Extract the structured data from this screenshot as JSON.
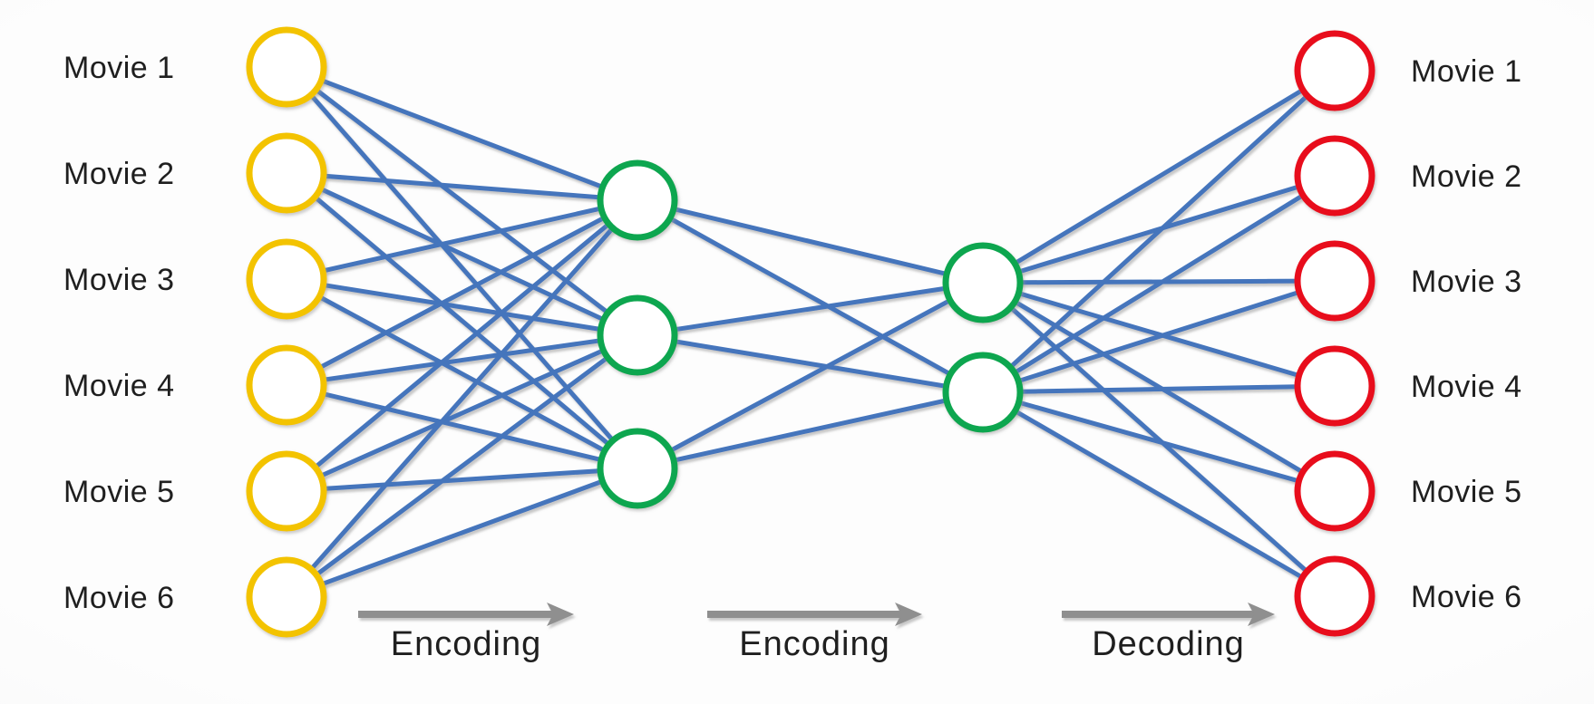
{
  "network": {
    "input_labels": [
      "Movie 1",
      "Movie 2",
      "Movie 3",
      "Movie 4",
      "Movie 5",
      "Movie 6"
    ],
    "output_labels": [
      "Movie 1",
      "Movie 2",
      "Movie 3",
      "Movie 4",
      "Movie 5",
      "Movie 6"
    ],
    "stage_labels": [
      "Encoding",
      "Encoding",
      "Decoding"
    ],
    "layers": [
      {
        "name": "input-layer",
        "nodes": 6,
        "stroke": "#F3C300"
      },
      {
        "name": "hidden-layer",
        "nodes": 3,
        "stroke": "#10A64F"
      },
      {
        "name": "bottleneck-layer",
        "nodes": 2,
        "stroke": "#10A64F"
      },
      {
        "name": "output-layer",
        "nodes": 6,
        "stroke": "#E8111C"
      }
    ],
    "colors": {
      "edge": "#4475BC",
      "arrow": "#8F8F8F",
      "text": "#1F1F1F",
      "background": "#FBFBFB"
    }
  }
}
